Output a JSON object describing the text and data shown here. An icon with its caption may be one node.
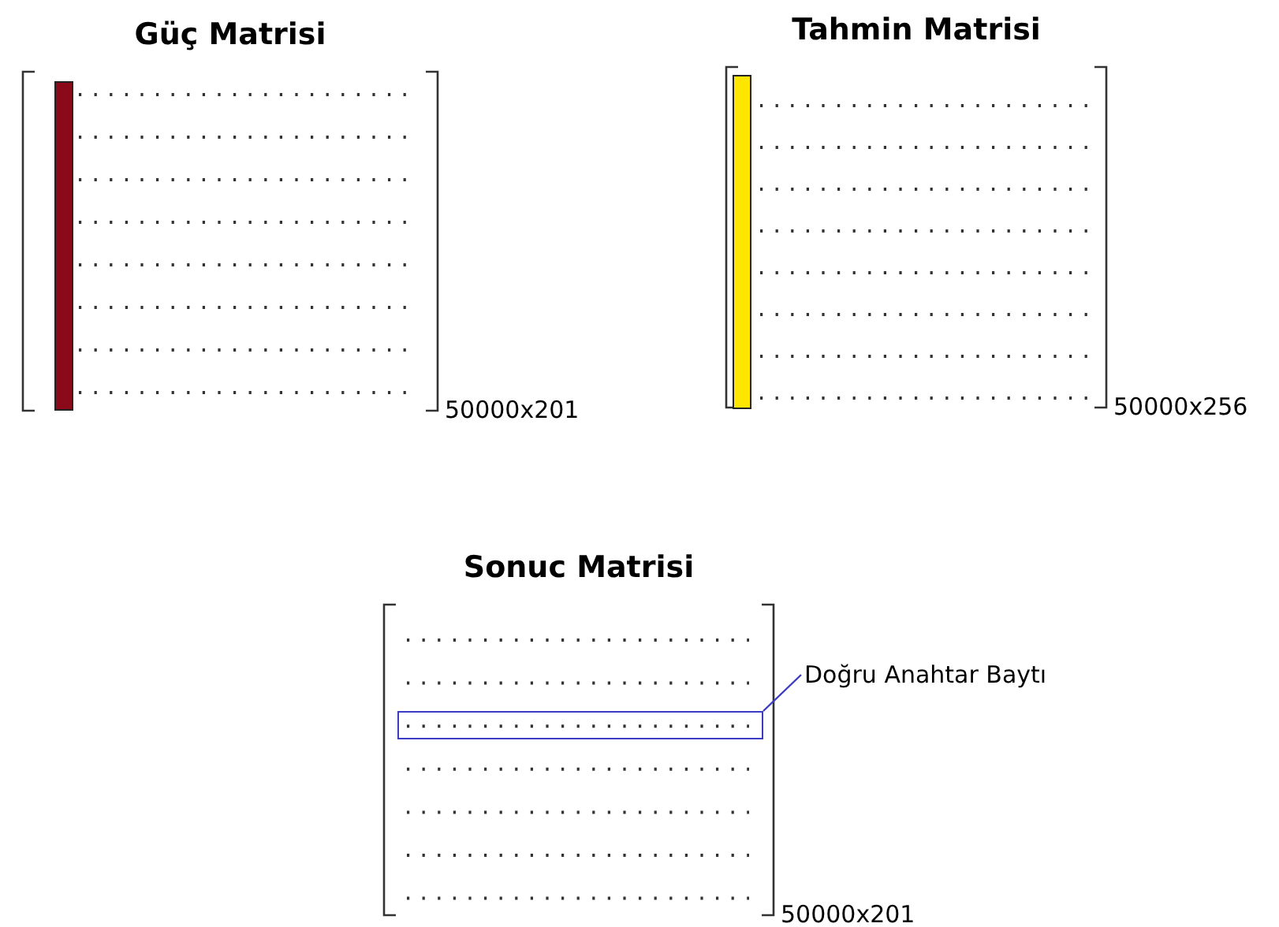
{
  "diagram": {
    "nodes": [
      {
        "text": [
          "Güç Matrisi"
        ],
        "beside": [
          "50000x201"
        ]
      },
      {
        "text": [
          "Tahmin Matrisi"
        ],
        "beside": [
          "50000x256"
        ]
      },
      {
        "text": [
          "Sonuc Matrisi"
        ],
        "beside": [
          "50000x201"
        ]
      },
      {
        "text": [],
        "shape": "box",
        "in": 2
      },
      {
        "text": [
          "Doğru Anahtar Baytı"
        ]
      }
    ],
    "edges": [
      {
        "from": 4,
        "to": 3,
        "arrow": "none"
      }
    ]
  }
}
